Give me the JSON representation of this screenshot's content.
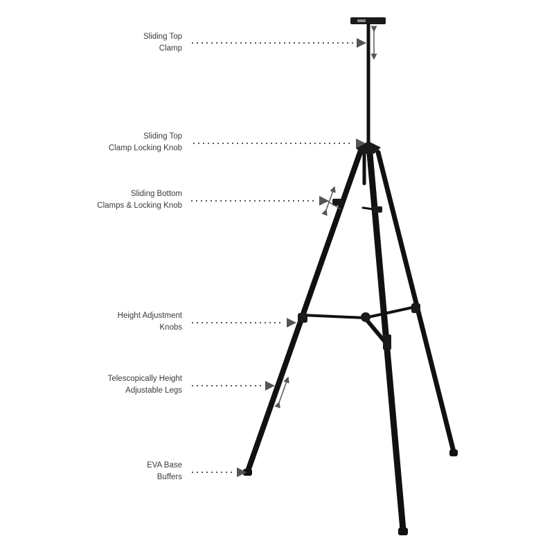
{
  "title": "Easel parts diagram",
  "colors": {
    "easel": "#111111",
    "pointer": "#555555",
    "text": "#3a3a3a"
  },
  "callouts": [
    {
      "id": "top-clamp",
      "lines": [
        "Sliding Top",
        "Clamp"
      ]
    },
    {
      "id": "top-knob",
      "lines": [
        "Sliding Top",
        "Clamp Locking Knob"
      ]
    },
    {
      "id": "bottom-clamps",
      "lines": [
        "Sliding Bottom",
        "Clamps & Locking Knob"
      ]
    },
    {
      "id": "height-knobs",
      "lines": [
        "Height Adjustment",
        "Knobs"
      ]
    },
    {
      "id": "legs",
      "lines": [
        "Telescopically Height",
        "Adjustable Legs"
      ]
    },
    {
      "id": "buffers",
      "lines": [
        "EVA Base",
        "Buffers"
      ]
    }
  ]
}
